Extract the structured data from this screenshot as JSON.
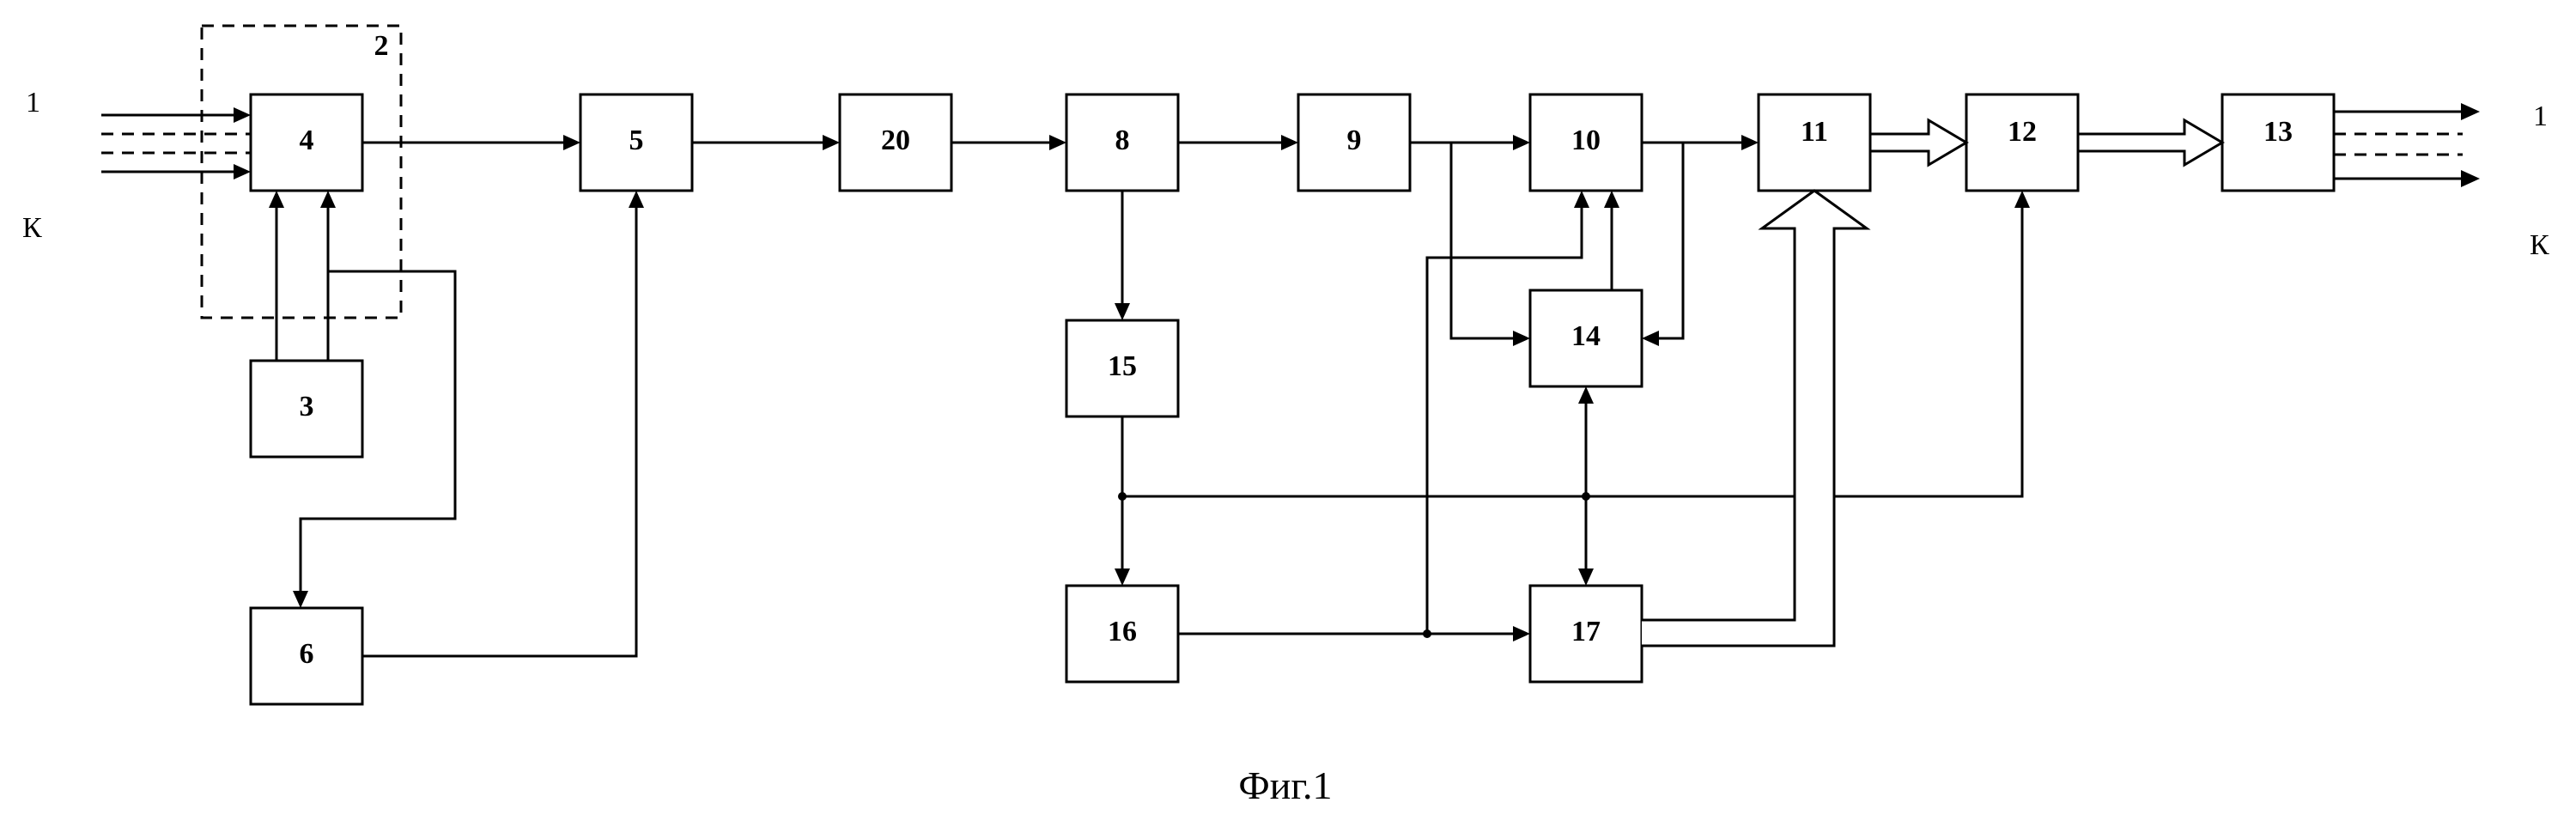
{
  "blocks": {
    "b2": "2",
    "b3": "3",
    "b4": "4",
    "b5": "5",
    "b6": "6",
    "b8": "8",
    "b9": "9",
    "b10": "10",
    "b11": "11",
    "b12": "12",
    "b13": "13",
    "b14": "14",
    "b15": "15",
    "b16": "16",
    "b17": "17",
    "b20": "20"
  },
  "inputs": {
    "first": "1",
    "last": "К"
  },
  "outputs": {
    "first": "1",
    "last": "К"
  },
  "caption": "Фиг.1"
}
